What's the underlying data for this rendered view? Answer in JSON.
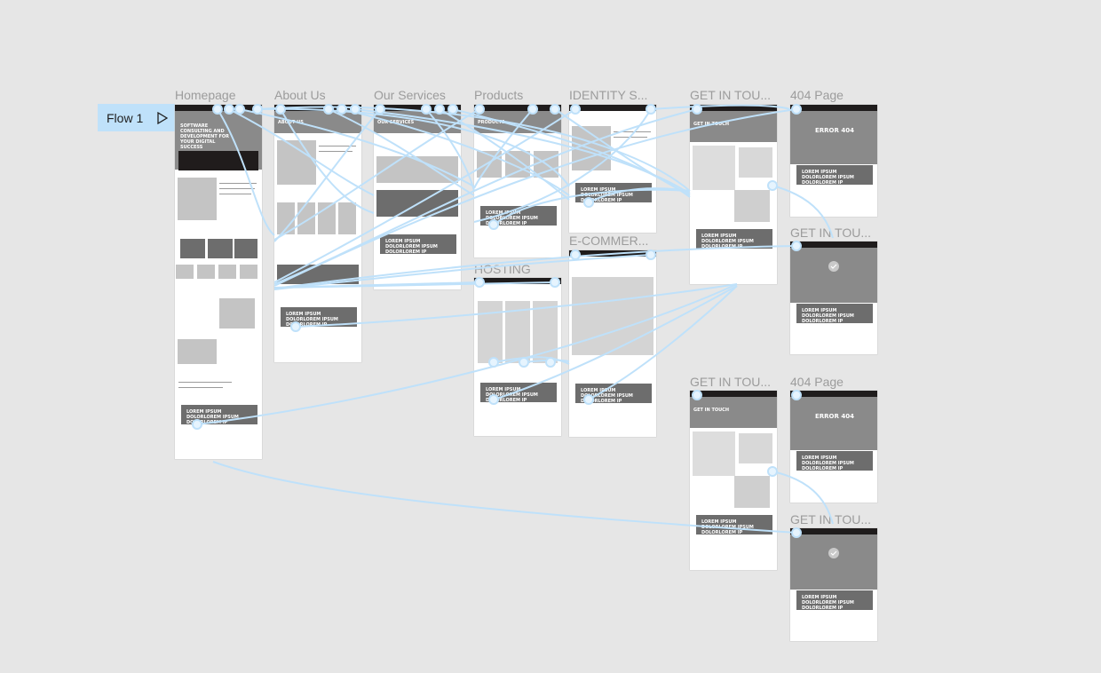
{
  "flow": {
    "label": "Flow 1",
    "icon": "play-icon"
  },
  "frames": [
    {
      "id": "homepage",
      "label": "Homepage",
      "hero_text": "SOFTWARE CONSULTING AND DEVELOPMENT FOR YOUR DIGITAL SUCCESS",
      "cta_text": "LOREM IPSUM DOLORLOREM IPSUM DOLORLOREM IP"
    },
    {
      "id": "about",
      "label": "About Us",
      "hero_text": "ABOUT US",
      "cta_text": "LOREM IPSUM DOLORLOREM IPSUM DOLORLOREM IP"
    },
    {
      "id": "services",
      "label": "Our Services",
      "hero_text": "OUR SERVICES",
      "cta_text": "LOREM IPSUM DOLORLOREM IPSUM DOLORLOREM IP"
    },
    {
      "id": "products",
      "label": "Products",
      "hero_text": "PRODUCTS",
      "cta_text": "LOREM IPSUM DOLORLOREM IPSUM DOLORLOREM IP"
    },
    {
      "id": "identity",
      "label": "IDENTITY S...",
      "cta_text": "LOREM IPSUM DOLORLOREM IPSUM DOLORLOREM IP"
    },
    {
      "id": "ecommerce",
      "label": "E-COMMER...",
      "cta_text": "LOREM IPSUM DOLORLOREM IPSUM DOLORLOREM IP"
    },
    {
      "id": "hosting",
      "label": "HOSTING",
      "cta_text": "LOREM IPSUM DOLORLOREM IPSUM DOLORLOREM IP"
    },
    {
      "id": "contact1",
      "label": "GET IN TOU...",
      "hero_text": "GET IN TOUCH",
      "cta_text": "LOREM IPSUM DOLORLOREM IPSUM DOLORLOREM IP"
    },
    {
      "id": "e404a",
      "label": "404 Page",
      "hero_text": "ERROR 404",
      "cta_text": "LOREM IPSUM DOLORLOREM IPSUM DOLORLOREM IP"
    },
    {
      "id": "thanks1",
      "label": "GET IN TOU...",
      "cta_text": "LOREM IPSUM DOLORLOREM IPSUM DOLORLOREM IP"
    },
    {
      "id": "contact2",
      "label": "GET IN TOU...",
      "hero_text": "GET IN TOUCH",
      "cta_text": "LOREM IPSUM DOLORLOREM IPSUM DOLORLOREM IP"
    },
    {
      "id": "e404b",
      "label": "404 Page",
      "hero_text": "ERROR 404",
      "cta_text": "LOREM IPSUM DOLORLOREM IPSUM DOLORLOREM IP"
    },
    {
      "id": "thanks2",
      "label": "GET IN TOU...",
      "cta_text": "LOREM IPSUM DOLORLOREM IPSUM DOLORLOREM IP"
    }
  ],
  "wire_color": "#bfe1fa"
}
